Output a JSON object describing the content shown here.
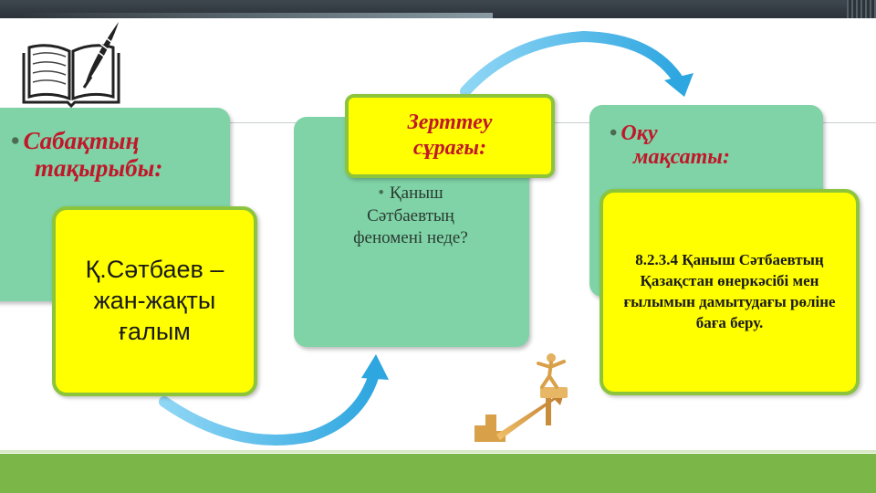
{
  "panel_left": {
    "label": "Сабақтың тақырыбы:",
    "label_line1": "Сабақтың",
    "label_line2": "тақырыбы:",
    "content": "Қ.Сәтбаев – жан-жақты ғалым"
  },
  "panel_center": {
    "heading_line1": "Зерттеу",
    "heading_line2": "сұрағы:",
    "content_line1": "Қаныш",
    "content_line2": "Сәтбаевтың",
    "content_line3": "феномені неде?"
  },
  "panel_right": {
    "label_line1": "Оқу",
    "label_line2": "мақсаты:",
    "content": "8.2.3.4 Қаныш Сәтбаевтың Қазақстан өнеркәсібі мен ғылымын дамытудағы рөліне баға беру."
  },
  "colors": {
    "panel_green": "#7fd3a6",
    "yellow": "#ffff00",
    "border_green": "#8cc43c",
    "label_red": "#c0182a",
    "arrow_blue": "#4fb8e8",
    "bottom_green": "#7ab648"
  },
  "icons": [
    "book-quill-icon",
    "bullet-icon",
    "curved-arrow-icon",
    "stairs-runner-icon"
  ]
}
